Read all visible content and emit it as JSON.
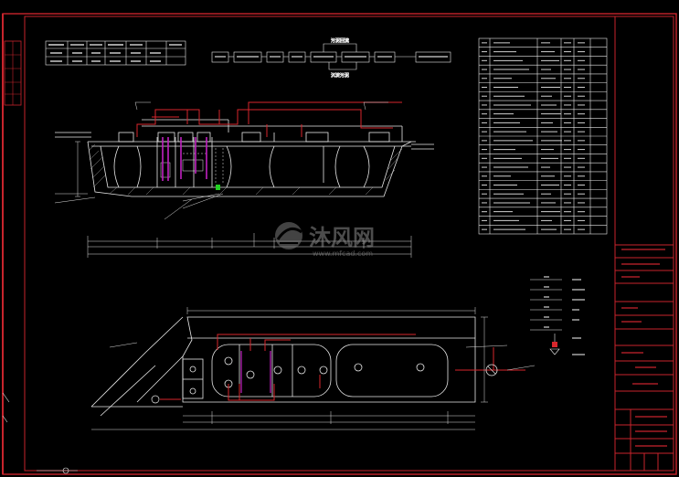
{
  "watermark": {
    "brand_cn": "沐风网",
    "url": "www.mfcad.com"
  },
  "colors": {
    "background": "#000000",
    "frame": "#c8242c",
    "pipe": "#d8262c",
    "drawing": "#e8e8e8",
    "dimension": "#dcdcdc",
    "baffle": "#c020c0",
    "marker_green": "#22d022",
    "watermark": "#7a7a7a"
  },
  "process_flow": {
    "top_label": "污泥回流",
    "bottom_label": "沉淀污泥",
    "boxes_count": 8
  },
  "tables": {
    "quality_rows": 2,
    "quality_cols": 6,
    "equipment_rows": 22
  },
  "legend_items": 6,
  "title_block": {
    "rows": 12
  },
  "icons": [
    "pump-symbol-icon",
    "valve-symbol-icon",
    "watermark-logo-icon"
  ]
}
